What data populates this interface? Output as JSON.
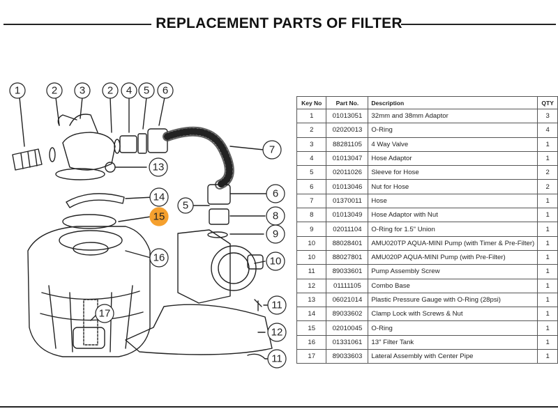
{
  "title": "REPLACEMENT PARTS OF FILTER",
  "table": {
    "headers": [
      "Key No",
      "Part No.",
      "Description",
      "QTY"
    ],
    "rows": [
      {
        "key": "1",
        "part": "01013051",
        "desc": "32mm and 38mm Adaptor",
        "qty": "3"
      },
      {
        "key": "2",
        "part": "02020013",
        "desc": "O-Ring",
        "qty": "4"
      },
      {
        "key": "3",
        "part": "88281105",
        "desc": "4 Way Valve",
        "qty": "1"
      },
      {
        "key": "4",
        "part": "01013047",
        "desc": "Hose Adaptor",
        "qty": "1"
      },
      {
        "key": "5",
        "part": "02011026",
        "desc": "Sleeve for Hose",
        "qty": "2"
      },
      {
        "key": "6",
        "part": "01013046",
        "desc": "Nut for Hose",
        "qty": "2"
      },
      {
        "key": "7",
        "part": "01370011",
        "desc": "Hose",
        "qty": "1"
      },
      {
        "key": "8",
        "part": "01013049",
        "desc": "Hose Adaptor with Nut",
        "qty": "1"
      },
      {
        "key": "9",
        "part": "02011104",
        "desc": "O-Ring for 1.5\" Union",
        "qty": "1"
      },
      {
        "key": "10",
        "part": "88028401",
        "desc": "AMU020TP AQUA-MINI Pump (with Timer & Pre-Filter)",
        "qty": "1"
      },
      {
        "key": "10",
        "part": "88027801",
        "desc": "AMU020P  AQUA-MINI Pump (with Pre-Filter)",
        "qty": "1"
      },
      {
        "key": "11",
        "part": "89033601",
        "desc": "Pump Assembly Screw",
        "qty": "1"
      },
      {
        "key": "12",
        "part": "01111105",
        "desc": "Combo Base",
        "qty": "1"
      },
      {
        "key": "13",
        "part": "06021014",
        "desc": "Plastic Pressure Gauge with O-Ring (28psi)",
        "qty": "1"
      },
      {
        "key": "14",
        "part": "89033602",
        "desc": "Clamp Lock with Screws & Nut",
        "qty": "1"
      },
      {
        "key": "15",
        "part": "02010045",
        "desc": "O-Ring",
        "qty": "1"
      },
      {
        "key": "16",
        "part": "01331061",
        "desc": "13\" Filter Tank",
        "qty": "1"
      },
      {
        "key": "17",
        "part": "89033603",
        "desc": "Lateral Assembly with Center Pipe",
        "qty": "1"
      }
    ]
  },
  "callouts": {
    "c1": "1",
    "c2a": "2",
    "c3": "3",
    "c2b": "2",
    "c4": "4",
    "c5a": "5",
    "c6a": "6",
    "c7": "7",
    "c13": "13",
    "c6b": "6",
    "c5b": "5",
    "c8": "8",
    "c9": "9",
    "c14": "14",
    "c15": "15",
    "c16": "16",
    "c10": "10",
    "c17": "17",
    "c11a": "11",
    "c12": "12",
    "c11b": "11"
  },
  "colors": {
    "highlight": "#F5A02E",
    "line": "#222222"
  }
}
